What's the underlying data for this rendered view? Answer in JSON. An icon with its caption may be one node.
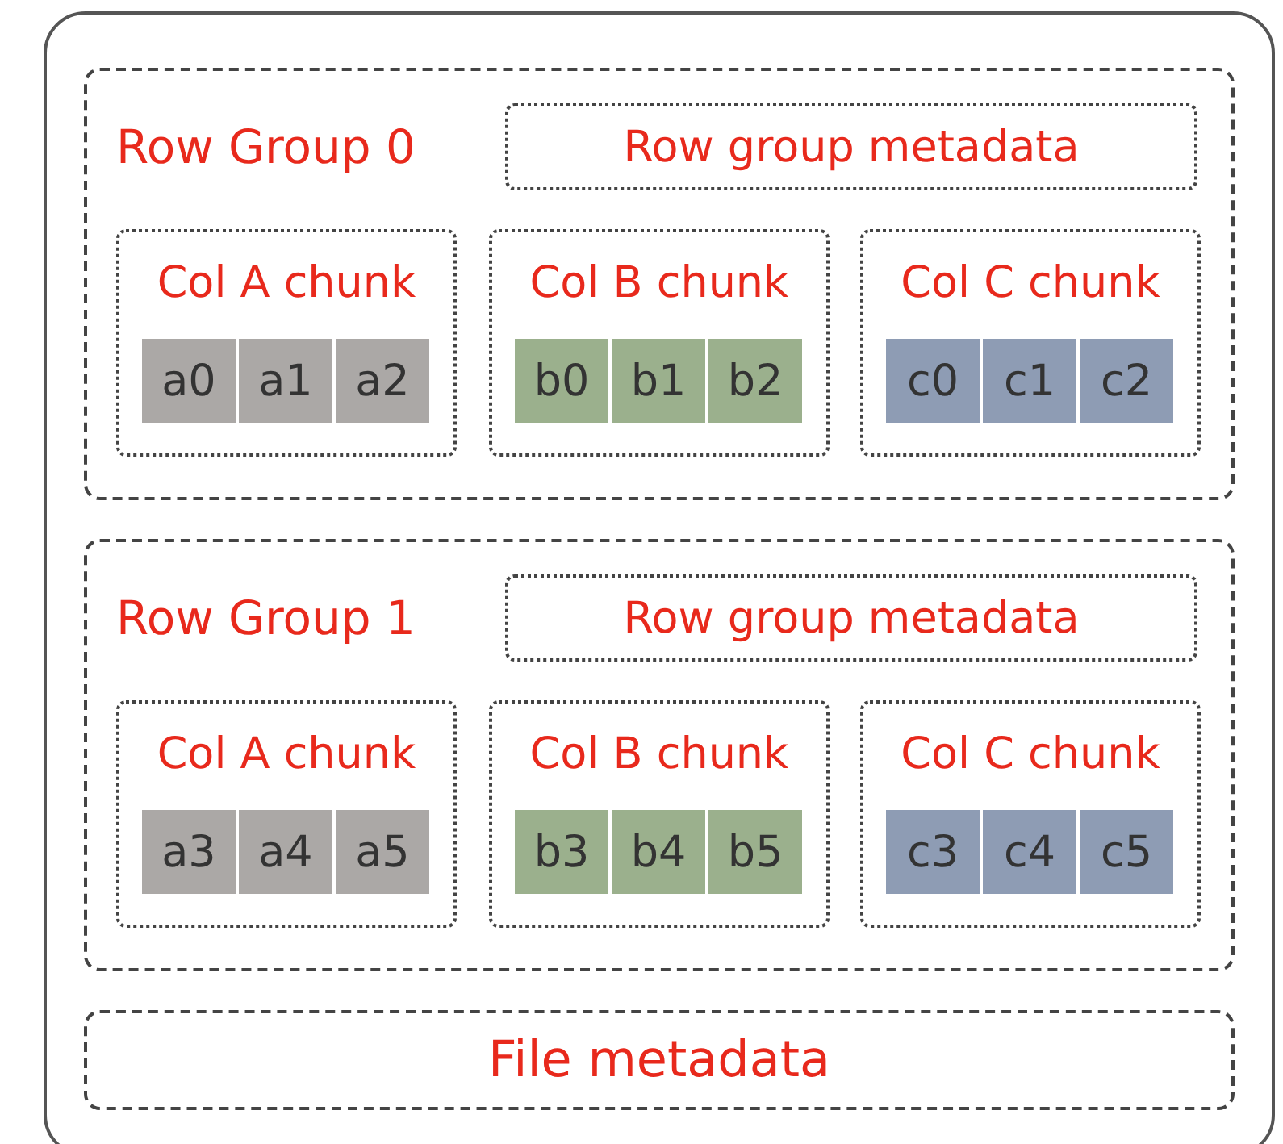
{
  "diagram": {
    "nodes": [
      {
        "text": [],
        "shape": "box"
      },
      {
        "text": [
          "Row Group 0"
        ],
        "in": 0
      },
      {
        "text": [
          "Row group metadata"
        ],
        "in": 1
      },
      {
        "text": [
          "Col A chunk"
        ],
        "in": 1
      },
      {
        "text": [
          "a0"
        ],
        "in": 3
      },
      {
        "text": [
          "a1"
        ],
        "in": 3
      },
      {
        "text": [
          "a2"
        ],
        "in": 3
      },
      {
        "text": [
          "Col B chunk"
        ],
        "in": 1
      },
      {
        "text": [
          "b0"
        ],
        "in": 7
      },
      {
        "text": [
          "b1"
        ],
        "in": 7
      },
      {
        "text": [
          "b2"
        ],
        "in": 7
      },
      {
        "text": [
          "Col C chunk"
        ],
        "in": 1
      },
      {
        "text": [
          "c0"
        ],
        "in": 11
      },
      {
        "text": [
          "c1"
        ],
        "in": 11
      },
      {
        "text": [
          "c2"
        ],
        "in": 11
      },
      {
        "text": [
          "Row Group 1"
        ],
        "in": 0
      },
      {
        "text": [
          "Row group metadata"
        ],
        "in": 15
      },
      {
        "text": [
          "Col A chunk"
        ],
        "in": 15
      },
      {
        "text": [
          "a3"
        ],
        "in": 17
      },
      {
        "text": [
          "a4"
        ],
        "in": 17
      },
      {
        "text": [
          "a5"
        ],
        "in": 17
      },
      {
        "text": [
          "Col B chunk"
        ],
        "in": 15
      },
      {
        "text": [
          "b3"
        ],
        "in": 21
      },
      {
        "text": [
          "b4"
        ],
        "in": 21
      },
      {
        "text": [
          "b5"
        ],
        "in": 21
      },
      {
        "text": [
          "Col C chunk"
        ],
        "in": 15
      },
      {
        "text": [
          "c3"
        ],
        "in": 25
      },
      {
        "text": [
          "c4"
        ],
        "in": 25
      },
      {
        "text": [
          "c5"
        ],
        "in": 25
      },
      {
        "text": [
          "File metadata"
        ],
        "in": 0
      }
    ]
  }
}
